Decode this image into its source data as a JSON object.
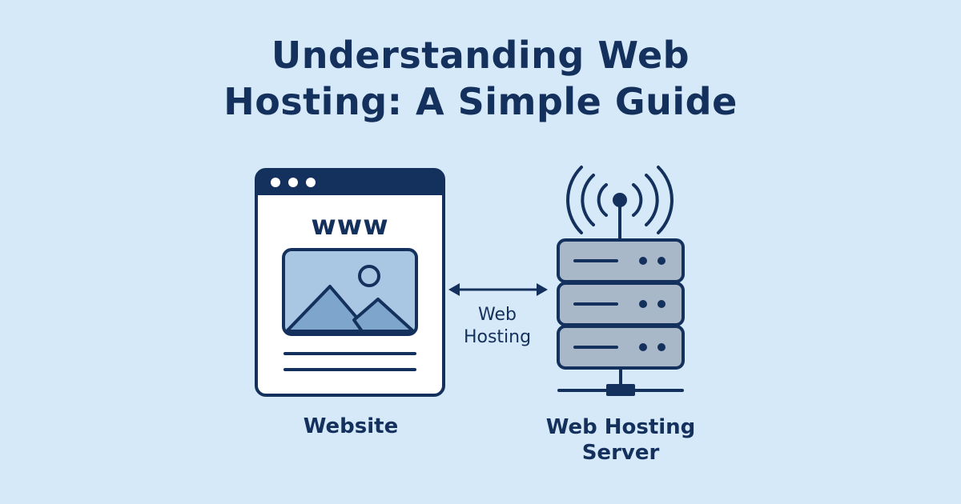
{
  "title": {
    "line1": "Understanding Web",
    "line2": "Hosting: A Simple Guide"
  },
  "website": {
    "address_text": "www",
    "label": "Website",
    "icons": [
      "browser-window-icon",
      "image-placeholder-icon",
      "text-lines-icon"
    ]
  },
  "connection": {
    "line1": "Web",
    "line2": "Hosting",
    "icon": "double-arrow-icon"
  },
  "server": {
    "label_line1": "Web Hosting",
    "label_line2": "Server",
    "units": 3,
    "icons": [
      "server-rack-icon",
      "antenna-signal-icon",
      "network-base-icon"
    ]
  },
  "colors": {
    "background": "#d6e9f8",
    "primary": "#14305c",
    "server_fill": "#a9b8c9",
    "image_fill": "#a9c7e3",
    "mountain_fill": "#7ea6cc",
    "window_fill": "#ffffff"
  }
}
